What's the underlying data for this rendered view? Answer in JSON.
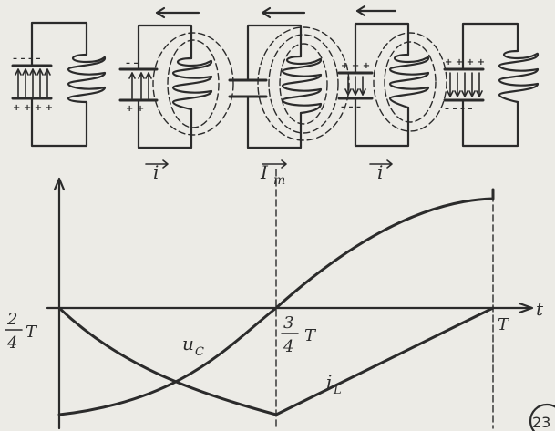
{
  "labels": {
    "current_left": "i",
    "current_mid": "I",
    "current_mid_sub": "m",
    "current_right": "i",
    "axis_t": "t",
    "tick_start_num": "2",
    "tick_start_den": "4",
    "tick_start_T": "T",
    "tick_mid_num": "3",
    "tick_mid_den": "4",
    "tick_mid_T": "T",
    "tick_end": "T",
    "curve_uc": "u",
    "curve_uc_sub": "C",
    "curve_il": "i",
    "curve_il_sub": "L",
    "page_number": "23"
  },
  "plate_signs": {
    "c1_top": "– – – –",
    "c1_bottom": "+ + + +",
    "c2_top": "– –",
    "c2_bottom": "+ +",
    "c4_top": "+ + +",
    "c4_bottom": "– – –",
    "c5_top": "+ + + +",
    "c5_bottom": "– – – –"
  }
}
